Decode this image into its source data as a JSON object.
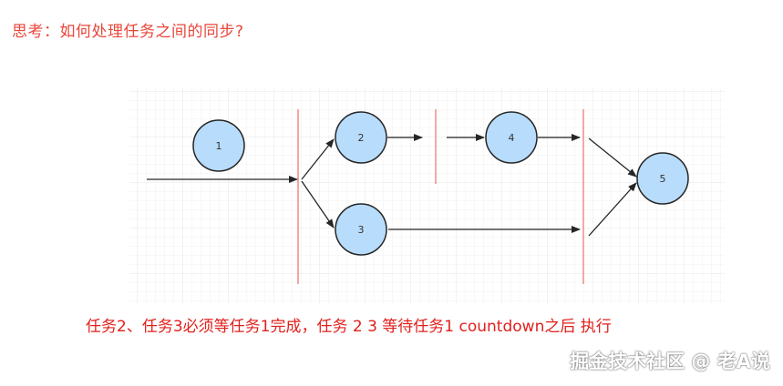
{
  "title": "思考：如何处理任务之间的同步?",
  "caption": "任务2、任务3必须等任务1完成，任务 2 3 等待任务1 countdown之后 执行",
  "watermark": "掘金技术社区 @ 老A说",
  "colors": {
    "node_fill": "#b8dcfb",
    "node_stroke": "#262626",
    "barrier": "#f08a8a",
    "arrow": "#262626",
    "grid": "#ececec",
    "title": "#e8463a",
    "caption": "#e0201c"
  },
  "nodes": [
    {
      "id": "1",
      "label": "1"
    },
    {
      "id": "2",
      "label": "2"
    },
    {
      "id": "3",
      "label": "3"
    },
    {
      "id": "4",
      "label": "4"
    },
    {
      "id": "5",
      "label": "5"
    }
  ]
}
